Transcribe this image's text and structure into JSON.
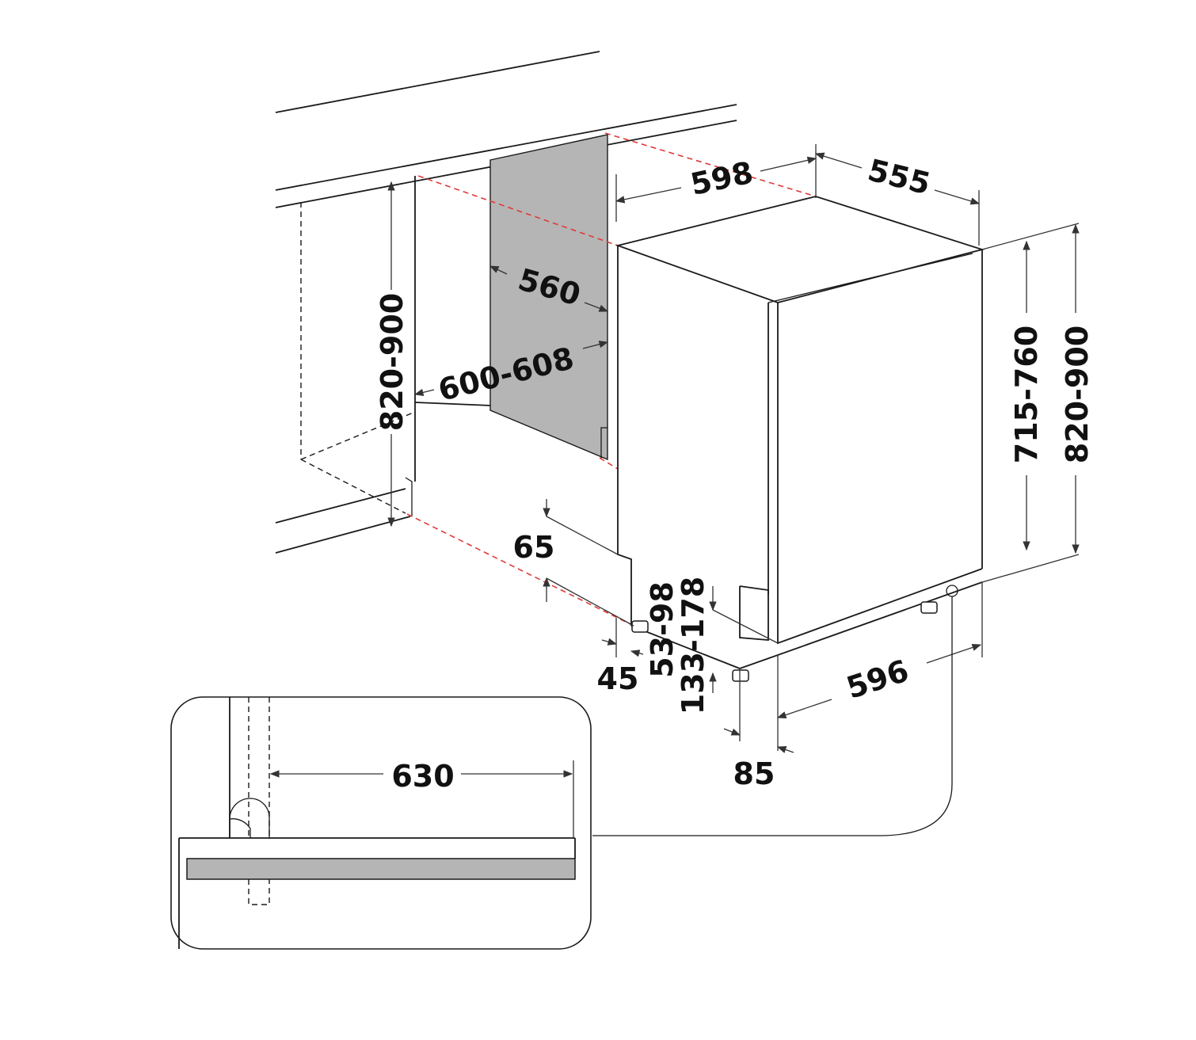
{
  "colors": {
    "line": "#1a1a1a",
    "guide_dashes": "#e03a3a",
    "panel_fill": "#b5b5b5"
  },
  "dimensions": {
    "niche_height": "820-900",
    "niche_width": "600-608",
    "niche_depth": "560",
    "appliance_width_top": "598",
    "appliance_depth": "555",
    "door_height": "715-760",
    "appliance_height": "820-900",
    "plinth_65": "65",
    "offset_45": "45",
    "range_53_98": "53-98",
    "range_133_178": "133-178",
    "front_width": "596",
    "offset_85": "85",
    "inset_630": "630"
  }
}
